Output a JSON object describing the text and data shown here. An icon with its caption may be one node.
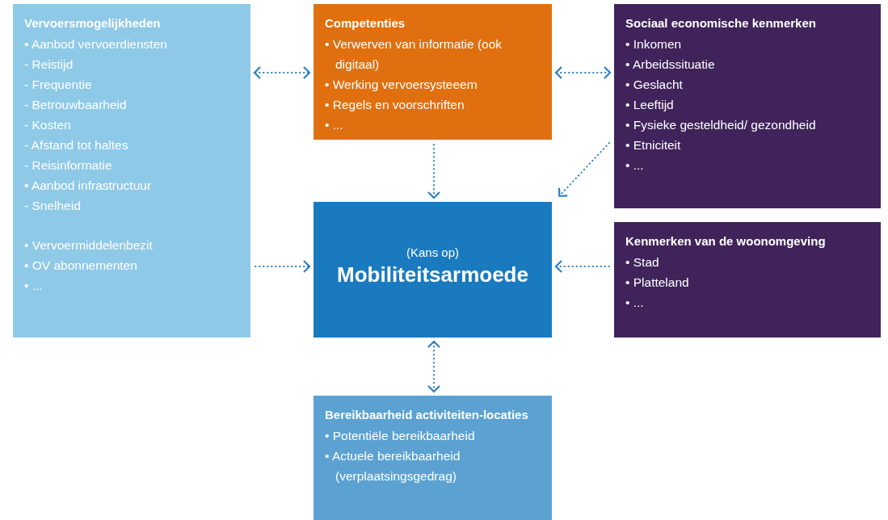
{
  "diagram": {
    "nodes": [
      {
        "text": [
          "Vervoersmogelijkheden",
          "• Aanbod vervoerdiensten",
          "- Reistijd",
          "- Frequentie",
          "- Betrouwbaarheid",
          "- Kosten",
          "- Afstand tot haltes",
          "- Reisinformatie",
          "• Aanbod infrastructuur",
          "- Snelheid",
          "• Vervoermiddelenbezit",
          "• OV abonnementen",
          "• ..."
        ]
      },
      {
        "text": [
          "Competenties",
          "• Verwerven van informatie (ook digitaal)",
          "• Werking vervoersysteeem",
          "• Regels en voorschriften",
          "• ..."
        ]
      },
      {
        "text": [
          "Sociaal economische kenmerken",
          "• Inkomen",
          "• Arbeidssituatie",
          "• Geslacht",
          "• Leeftijd",
          "• Fysieke gesteldheid/ gezondheid",
          "• Etniciteit",
          "• ..."
        ]
      },
      {
        "text": [
          "(Kans op)",
          "Mobiliteitsarmoede"
        ]
      },
      {
        "text": [
          "Kenmerken van de woonomgeving",
          "• Stad",
          "• Platteland",
          "• ..."
        ]
      },
      {
        "text": [
          "Bereikbaarheid activiteiten-locaties",
          "• Potentiële bereikbaarheid",
          "• Actuele bereikbaarheid (verplaatsingsgedrag)"
        ]
      }
    ],
    "edges": [
      {
        "from": 0,
        "to": 1,
        "arrow": "both"
      },
      {
        "from": 1,
        "to": 2,
        "arrow": "both"
      },
      {
        "from": 1,
        "to": 3,
        "arrow": "to"
      },
      {
        "from": 2,
        "to": 3,
        "arrow": "to"
      },
      {
        "from": 0,
        "to": 3,
        "arrow": "to"
      },
      {
        "from": 4,
        "to": 3,
        "arrow": "to"
      },
      {
        "from": 3,
        "to": 5,
        "arrow": "both"
      }
    ]
  }
}
